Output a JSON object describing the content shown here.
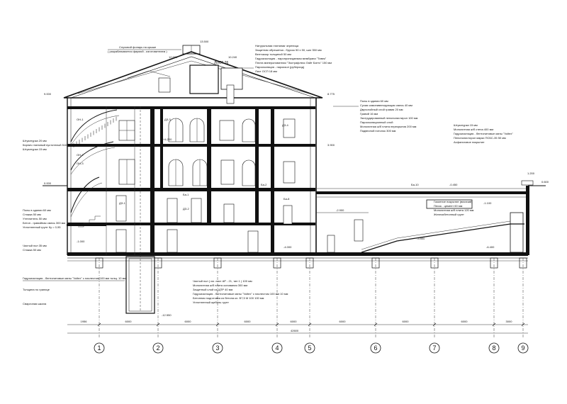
{
  "top_labels": {
    "lantern": "Слуховой фонарь на крыше",
    "lantern_sub": "( разрабатывается фирмой - изготовителем )",
    "roof_composition": [
      "Натуральная глиняная черепица",
      "Защитная обрешетка - брусок 50 х 50, шаг 350 мм",
      "Вентзазор толщиной 50 мм",
      "Гидроизоляция - паропроницаемая мембрана \"Тивек\"",
      "Плита минераловатная \"Экстрафлекс Лайт Баттс\" 150 мм",
      "Пароизоляция - пароизол (рубероид)",
      "Лист ОСП 18 мм"
    ]
  },
  "right_notes_top": [
    "Полы в здании 60 мм",
    "Сухая самонивелирующая смесь 40 мм",
    "Двухслойный слой гравия 20 мм",
    "Гравий 16 мм",
    "Экструдированный пенополистирол 100 мм",
    "Пароизоляционный слой",
    "Монолитная ж/б плита перекрытия 200 мм",
    "Подвесной потолок 300 мм"
  ],
  "right_notes_mid": [
    "Штукатурка 15 мм",
    "Монолитная ж/б стена 400 мм",
    "Гидроизоляция - бентонитовые маты \"Voltex\"",
    "Пенополистирол марки ПСБС-35 50 мм",
    "Асфальтовое покрытие"
  ],
  "left_notes": [
    "Штукатурка 20 мм",
    "Кирпич глиняный пустотелый 510 мм",
    "Штукатурка 15 мм",
    "Полы в здании 60 мм",
    "Стяжка 50 мм",
    "Утеплитель 50 мм",
    "Бетон - гравийная смесь 300 мм",
    "Уплотненный грунт Ку = 0,95",
    "Чистый пол 35 мм",
    "Стяжка 50 мм"
  ],
  "bottom_left_notes": [
    "Гидроизоляция - бентонитовые маты \"Voltex\" с нахлестом 100 мм толщ. 10 мм",
    "Толщина по границе",
    "Сварочная шкала"
  ],
  "bottom_mid_notes": [
    "Чистый пол ( см. лист АР - 21, тип 1 ) 100 мм",
    "Монолитная ж/б плита основания 300 мм",
    "Защитный слой из ЦПР 40 мм",
    "Гидроизоляция - бентонитовые маты \"Voltex\" с нахлестом 100 мм 10 мм",
    "Бетонная подготовка из бетона кл. В7,5 М 100 100 мм",
    "Уплотненный щебень грунт"
  ],
  "ramp_notes": [
    "Газонное покрытие (висячий)",
    "Песок - цемент 60 мм",
    "Монолитная ж/б плита 120 мм",
    "Железобетонный грунт"
  ],
  "elevations": {
    "ridge": "13.500",
    "top_a": "12.600",
    "top_b": "10.240",
    "eave_l": "9.000",
    "eave_r": "8.775",
    "lvl_a": "+4.200",
    "lvl_b": "3.900",
    "ground": "0.000",
    "base_l": "-1.000",
    "base_r": "-4.000",
    "pit": "-12.550",
    "right_a": "1.200",
    "right_b": "0.600",
    "right_c": "-0.450",
    "right_d": "-2.900",
    "right_e": "-3.500",
    "right_f": "-6.400",
    "right_g": "-1.100"
  },
  "room_tags": [
    "ДЗ-1",
    "ДЗ-2",
    "ДЗ-3",
    "ДЗ-4",
    "ОН-1",
    "ОН-2",
    "ОН-3",
    "Ба-1",
    "Ба-2",
    "Ба-8",
    "Ба-10"
  ],
  "sheet_ref": "ЛИСТ 26",
  "dims_bottom": [
    "1956",
    "6000",
    "6000",
    "6000",
    "6000",
    "6000",
    "6000",
    "6000",
    "3000"
  ],
  "dim_total": "42600",
  "axes": [
    "1",
    "2",
    "3",
    "4",
    "5",
    "6",
    "7",
    "8",
    "9"
  ],
  "colors": {
    "ink": "#111111",
    "paper": "#ffffff"
  }
}
